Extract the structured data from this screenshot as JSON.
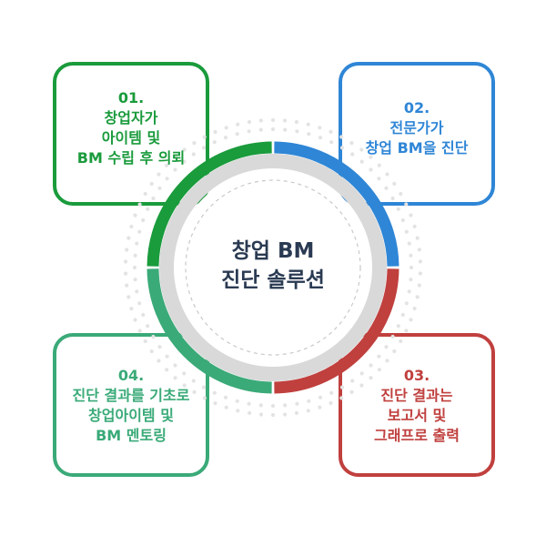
{
  "center": {
    "lines": [
      "창업 BM",
      "진단 솔루션"
    ]
  },
  "steps": [
    {
      "lines": [
        "01.",
        "창업자가",
        "아이템 및",
        "BM 수립 후 의뢰"
      ],
      "color": "#1a9b3c"
    },
    {
      "lines": [
        "02.",
        "전문가가",
        "창업 BM을 진단"
      ],
      "color": "#2f86d6"
    },
    {
      "lines": [
        "03.",
        "진단 결과는",
        "보고서 및",
        "그래프로 출력"
      ],
      "color": "#c0403e"
    },
    {
      "lines": [
        "04.",
        "진단 결과를 기초로",
        "창업아이템 및",
        "BM 멘토링"
      ],
      "color": "#3aaa78"
    }
  ],
  "ring_color": "#d9d9d9",
  "dot_color": "#e3e3e3"
}
